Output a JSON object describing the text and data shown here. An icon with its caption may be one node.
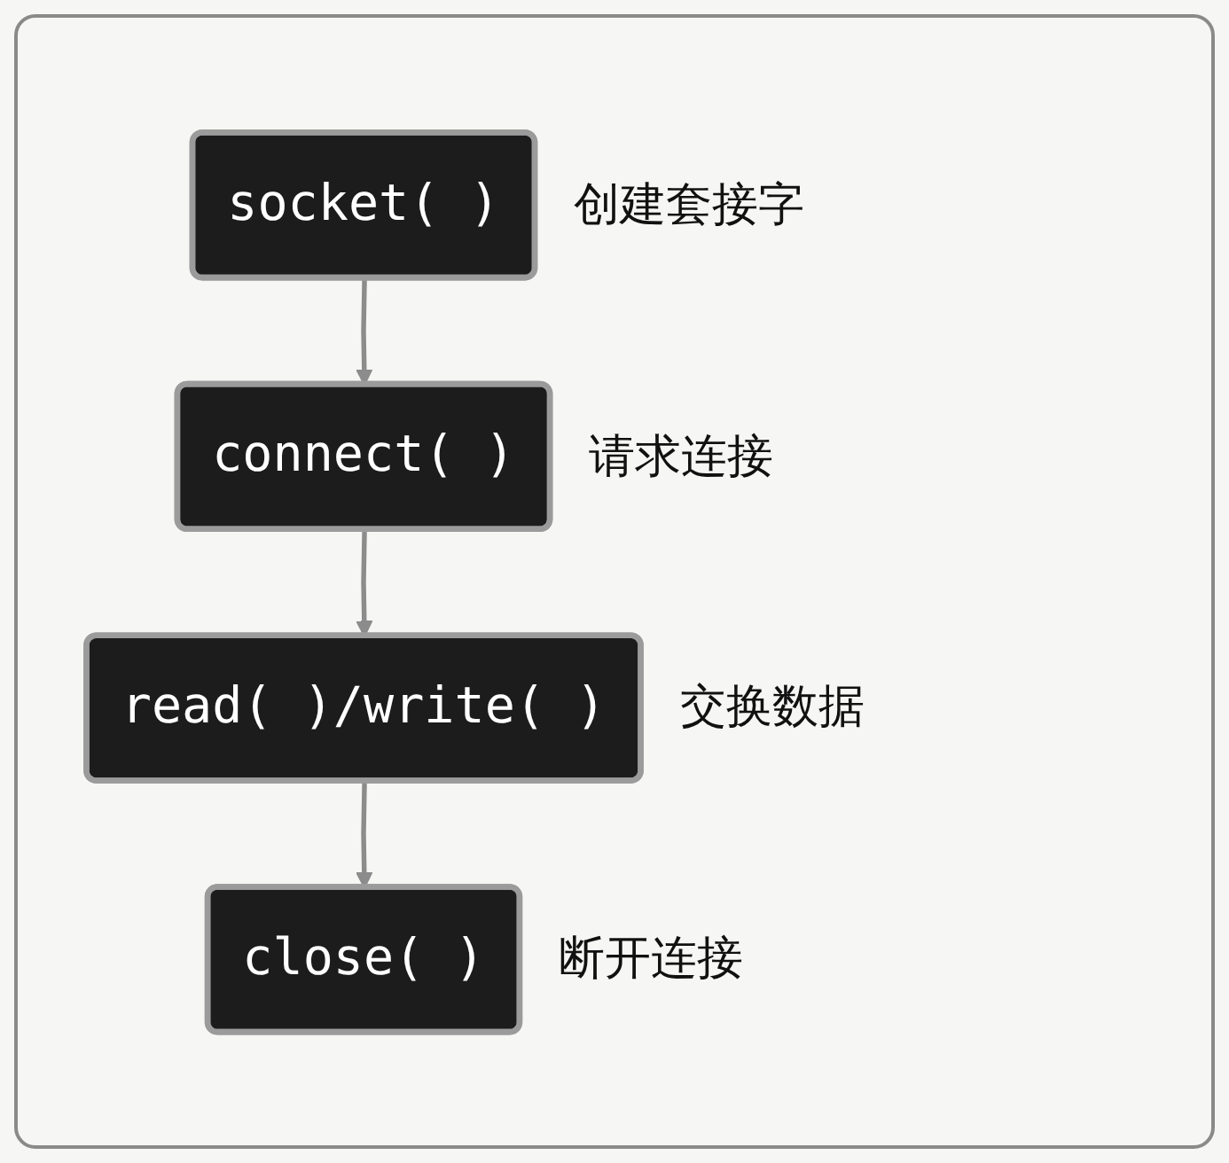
{
  "diagram": {
    "nodes": [
      {
        "text": [
          "socket( )"
        ],
        "beside": [
          "创建套接字"
        ]
      },
      {
        "text": [
          "connect( )"
        ],
        "beside": [
          "请求连接"
        ]
      },
      {
        "text": [
          "read( )/write( )"
        ],
        "beside": [
          "交换数据"
        ]
      },
      {
        "text": [
          "close( )"
        ],
        "beside": [
          "断开连接"
        ]
      }
    ],
    "edges": [
      {
        "from": 0,
        "to": 1,
        "arrow": "to"
      },
      {
        "from": 1,
        "to": 2,
        "arrow": "to"
      },
      {
        "from": 2,
        "to": 3,
        "arrow": "to"
      }
    ]
  }
}
